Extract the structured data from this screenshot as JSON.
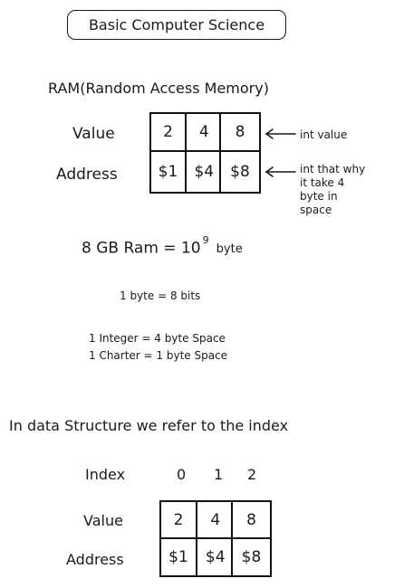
{
  "title": "Basic Computer Science",
  "ram_heading": "RAM(Random Access Memory)",
  "table1": {
    "value_label": "Value",
    "address_label": "Address",
    "values": [
      "2",
      "4",
      "8"
    ],
    "addresses": [
      "$1",
      "$4",
      "$8"
    ]
  },
  "annotations": {
    "int_value": "int value",
    "int_size_lines": [
      "int that why",
      "it take 4",
      "byte in",
      "space"
    ]
  },
  "ram_size": {
    "prefix": "8 GB Ram = 10",
    "exponent": "9",
    "suffix": "byte"
  },
  "byte_bits": "1 byte = 8 bits",
  "integer_space": "1 Integer = 4 byte Space",
  "char_space": "1 Charter = 1 byte Space",
  "ds_heading": "In data Structure we refer to the index",
  "table2": {
    "index_label": "Index",
    "value_label": "Value",
    "address_label": "Address",
    "indices": [
      "0",
      "1",
      "2"
    ],
    "values": [
      "2",
      "4",
      "8"
    ],
    "addresses": [
      "$1",
      "$4",
      "$8"
    ]
  }
}
